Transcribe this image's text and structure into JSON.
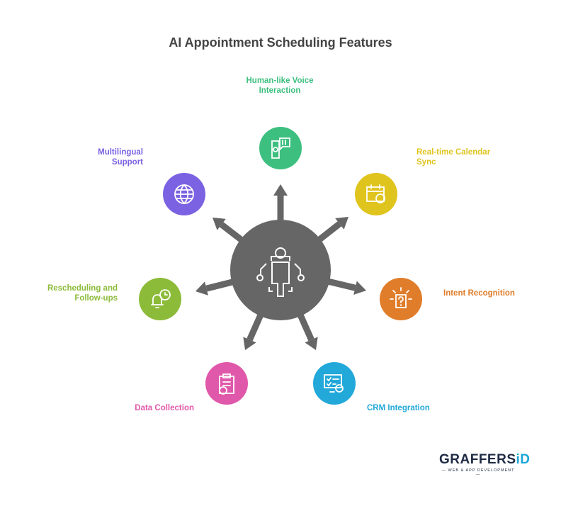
{
  "title": "AI Appointment Scheduling Features",
  "center": {
    "icon": "ai-agent-icon",
    "color": "#666666"
  },
  "features": [
    {
      "label": "Human-like Voice Interaction",
      "icon": "voice-chat-icon",
      "color": "#3dbf7f"
    },
    {
      "label": "Real-time Calendar Sync",
      "icon": "calendar-sync-icon",
      "color": "#e0c41e"
    },
    {
      "label": "Intent Recognition",
      "icon": "question-bulb-icon",
      "color": "#e07d2b"
    },
    {
      "label": "CRM Integration",
      "icon": "crm-settings-icon",
      "color": "#22a8d9"
    },
    {
      "label": "Data Collection",
      "icon": "clipboard-check-icon",
      "color": "#e058aa"
    },
    {
      "label": "Rescheduling and Follow-ups",
      "icon": "bell-clock-icon",
      "color": "#8cbb3a"
    },
    {
      "label": "Multilingual Support",
      "icon": "globe-chat-icon",
      "color": "#7b62e2"
    }
  ],
  "logo": {
    "name": "GRAFFERSID",
    "tagline": "— WEB & APP DEVELOPMENT —"
  }
}
